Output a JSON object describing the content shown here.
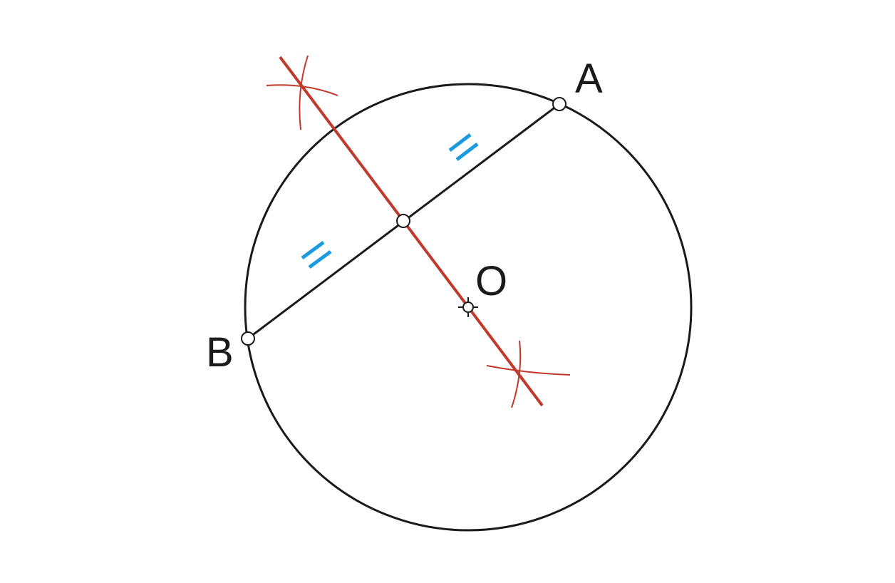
{
  "labels": {
    "point_a": "A",
    "point_b": "B",
    "center": "O"
  },
  "colors": {
    "circle": "#1a1a1a",
    "chord": "#1a1a1a",
    "bisector": "#c0392b",
    "equal_marks": "#1a9be0",
    "point_fill": "#ffffff",
    "background": "#ffffff"
  }
}
